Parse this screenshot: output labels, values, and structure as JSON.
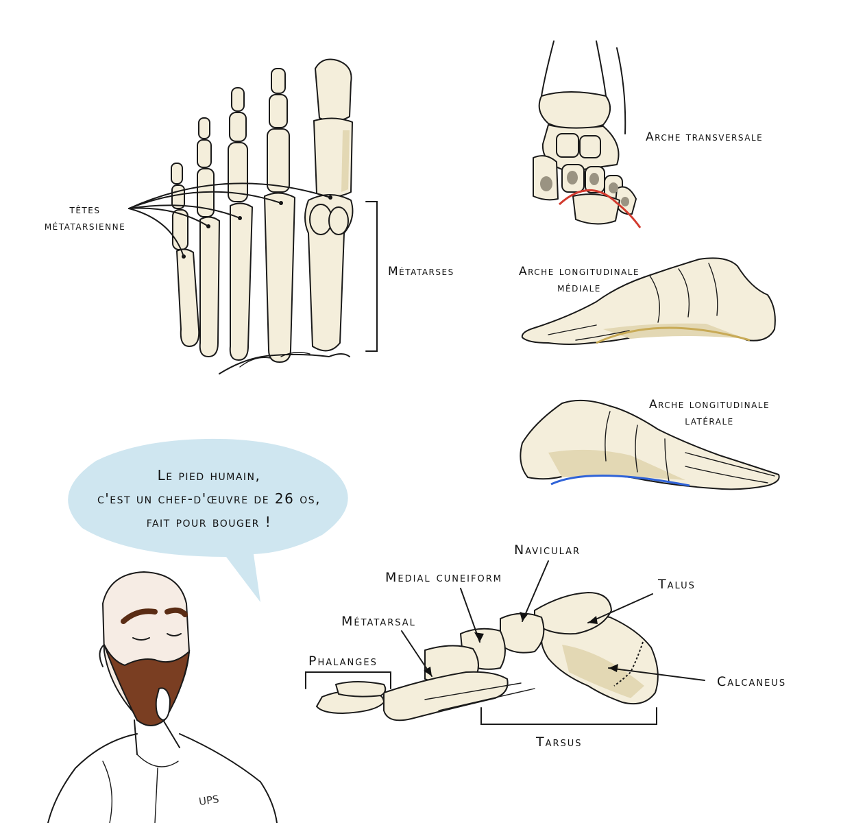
{
  "labels": {
    "tetes": [
      "têtes",
      "métatarsienne"
    ],
    "metatarses": "Métatarses",
    "arche_transversale": "Arche transversale",
    "arche_medial": [
      "Arche longitudinale",
      "médiale"
    ],
    "arche_laterale": [
      "Arche longitudinale",
      "latérale"
    ],
    "navicular": "Navicular",
    "medial_cuneiform": "Medial cuneiform",
    "talus": "Talus",
    "metatarsal": "Métatarsal",
    "phalanges": "Phalanges",
    "calcaneus": "Calcaneus",
    "tarsus": "Tarsus"
  },
  "speech_bubble": {
    "lines": [
      "Le pied humain,",
      "c'est un chef-d'œuvre de 26 os,",
      "fait pour bouger !"
    ]
  },
  "shirt_logo": "UPS",
  "colors": {
    "bone": "#f4eedb",
    "bone_shade": "#e3d8b4",
    "bubble": "#cfe6f0",
    "arch_transverse": "#d23a2e",
    "arch_medial": "#c8aa56",
    "arch_lateral": "#2f63d8",
    "beard": "#7a3e22"
  }
}
